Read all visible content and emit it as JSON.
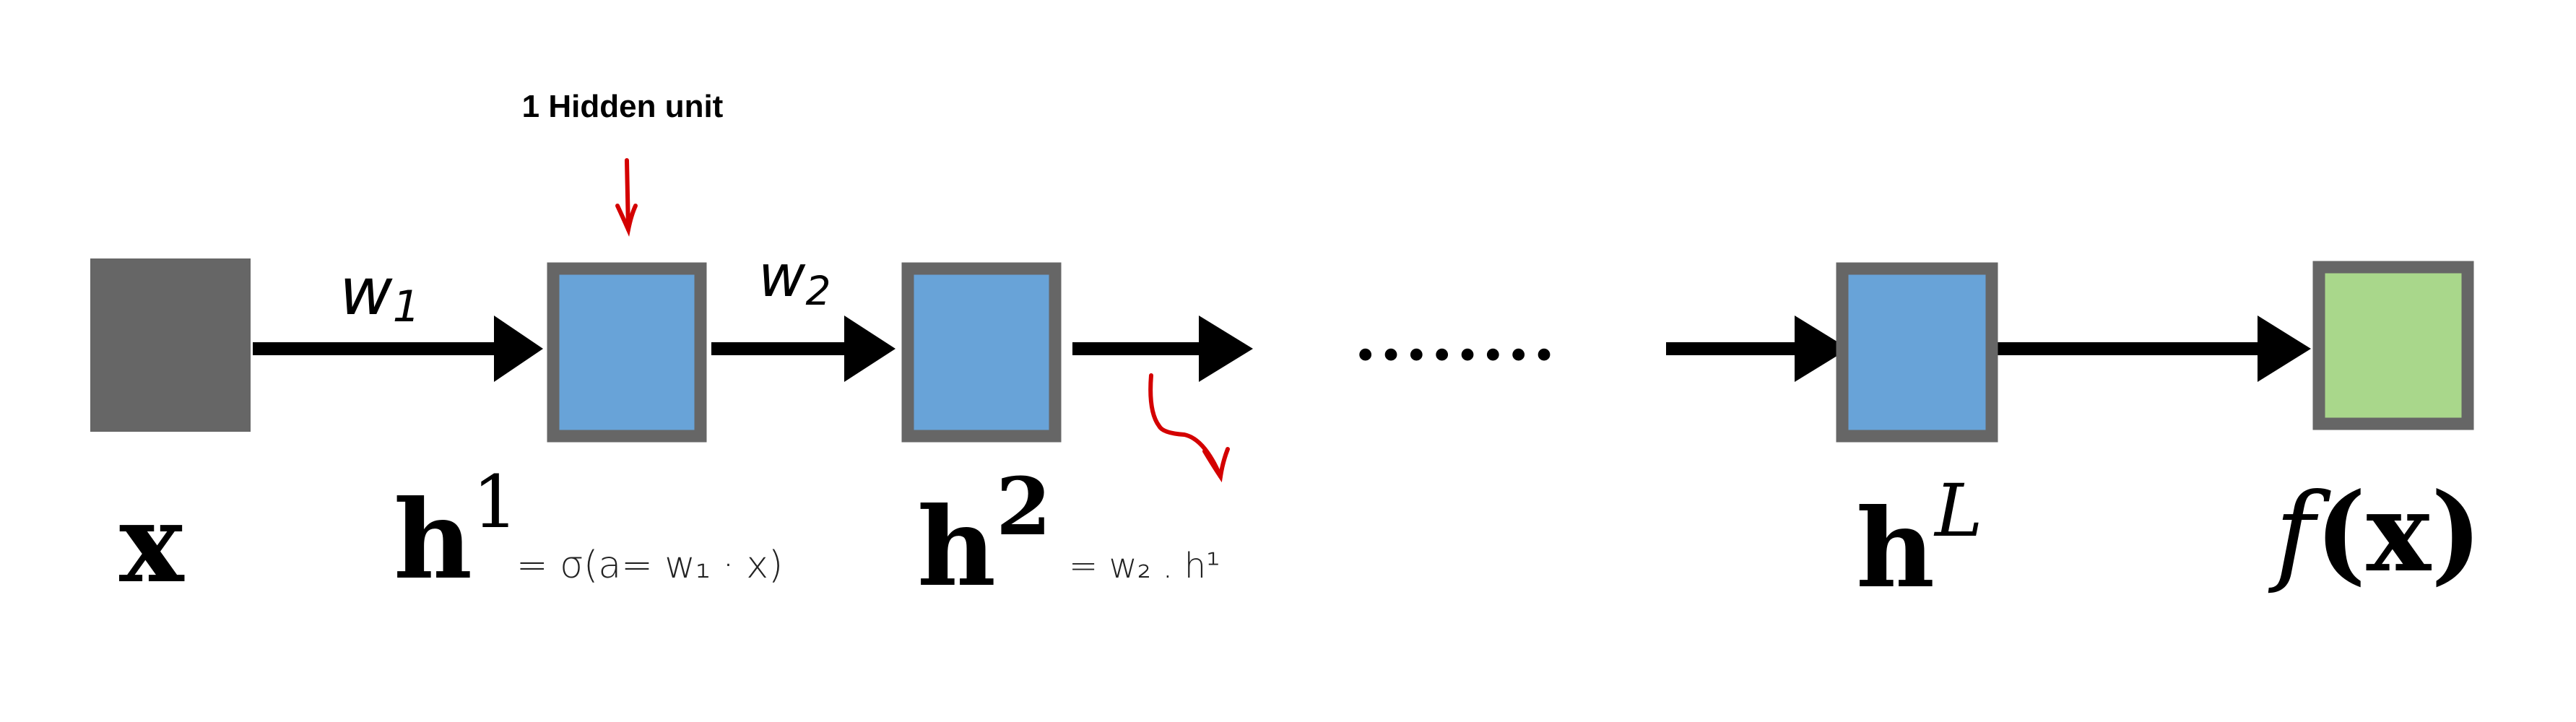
{
  "annotation": {
    "label": "1 Hidden unit"
  },
  "weights": [
    {
      "label": "w",
      "sub": "1"
    },
    {
      "label": "w",
      "sub": "2"
    }
  ],
  "nodes": {
    "input": {
      "label": "x"
    },
    "h1": {
      "label": "h",
      "sup": "1",
      "note": "= σ(a= w₁ · x)"
    },
    "h2": {
      "label": "h",
      "sup": "2",
      "note": "= w₂ . h¹"
    },
    "hL": {
      "label": "h",
      "sup": "L"
    },
    "output": {
      "label": "f",
      "arg": "(x)"
    }
  },
  "ellipsis": "........",
  "colors": {
    "input": "#666666",
    "hidden": "#68A3D8",
    "output": "#A9D78B",
    "border": "#666666",
    "annotation": "#D40000"
  }
}
